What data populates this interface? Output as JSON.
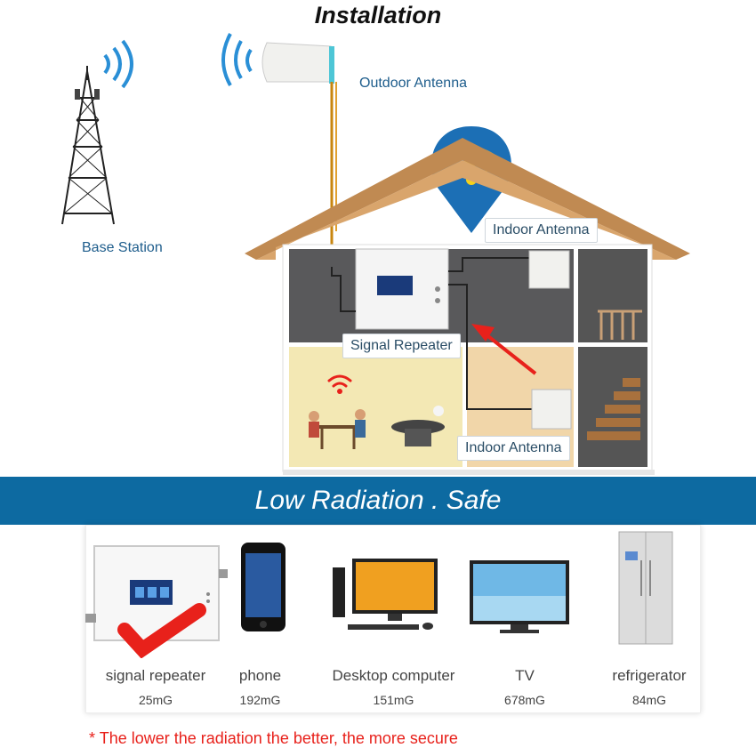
{
  "title": "Installation",
  "labels": {
    "outdoor_antenna": "Outdoor Antenna",
    "base_station": "Base Station",
    "indoor_antenna_top": "Indoor Antenna",
    "signal_repeater": "Signal Repeater",
    "indoor_antenna_bottom": "Indoor Antenna"
  },
  "banner": "Low Radiation . Safe",
  "devices": [
    {
      "name": "signal repeater",
      "value": "25mG"
    },
    {
      "name": "phone",
      "value": "192mG"
    },
    {
      "name": "Desktop computer",
      "value": "151mG"
    },
    {
      "name": "TV",
      "value": "678mG"
    },
    {
      "name": "refrigerator",
      "value": "84mG"
    }
  ],
  "note": {
    "star": "*",
    "text": "The lower the radiation the better, the more secure"
  },
  "colors": {
    "banner": "#0d6aa1",
    "note": "#e8211b",
    "pin": "#1c6fb5",
    "roof": "#c08a52"
  }
}
